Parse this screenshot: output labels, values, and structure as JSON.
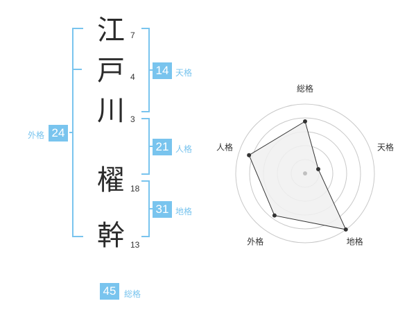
{
  "name_chars": [
    {
      "char": "江",
      "strokes": "7"
    },
    {
      "char": "戸",
      "strokes": "4"
    },
    {
      "char": "川",
      "strokes": "3"
    },
    {
      "char": "櫂",
      "strokes": "18"
    },
    {
      "char": "幹",
      "strokes": "13"
    }
  ],
  "fortunes": {
    "tenkaku": {
      "value": "14",
      "label": "天格"
    },
    "jinkaku": {
      "value": "21",
      "label": "人格"
    },
    "chikaku": {
      "value": "31",
      "label": "地格"
    },
    "gaikaku": {
      "value": "24",
      "label": "外格"
    },
    "soukaku": {
      "value": "45",
      "label": "総格"
    }
  },
  "chart_data": {
    "type": "radar",
    "axes": [
      "総格",
      "天格",
      "地格",
      "外格",
      "人格"
    ],
    "values": [
      0.75,
      0.2,
      1.0,
      0.75,
      0.85
    ],
    "range": [
      0,
      1
    ],
    "rings": 5,
    "colors": {
      "accent": "#79c4ee",
      "fill": "#f0f0f0",
      "ring": "#c8c8c8",
      "line": "#333333"
    }
  }
}
